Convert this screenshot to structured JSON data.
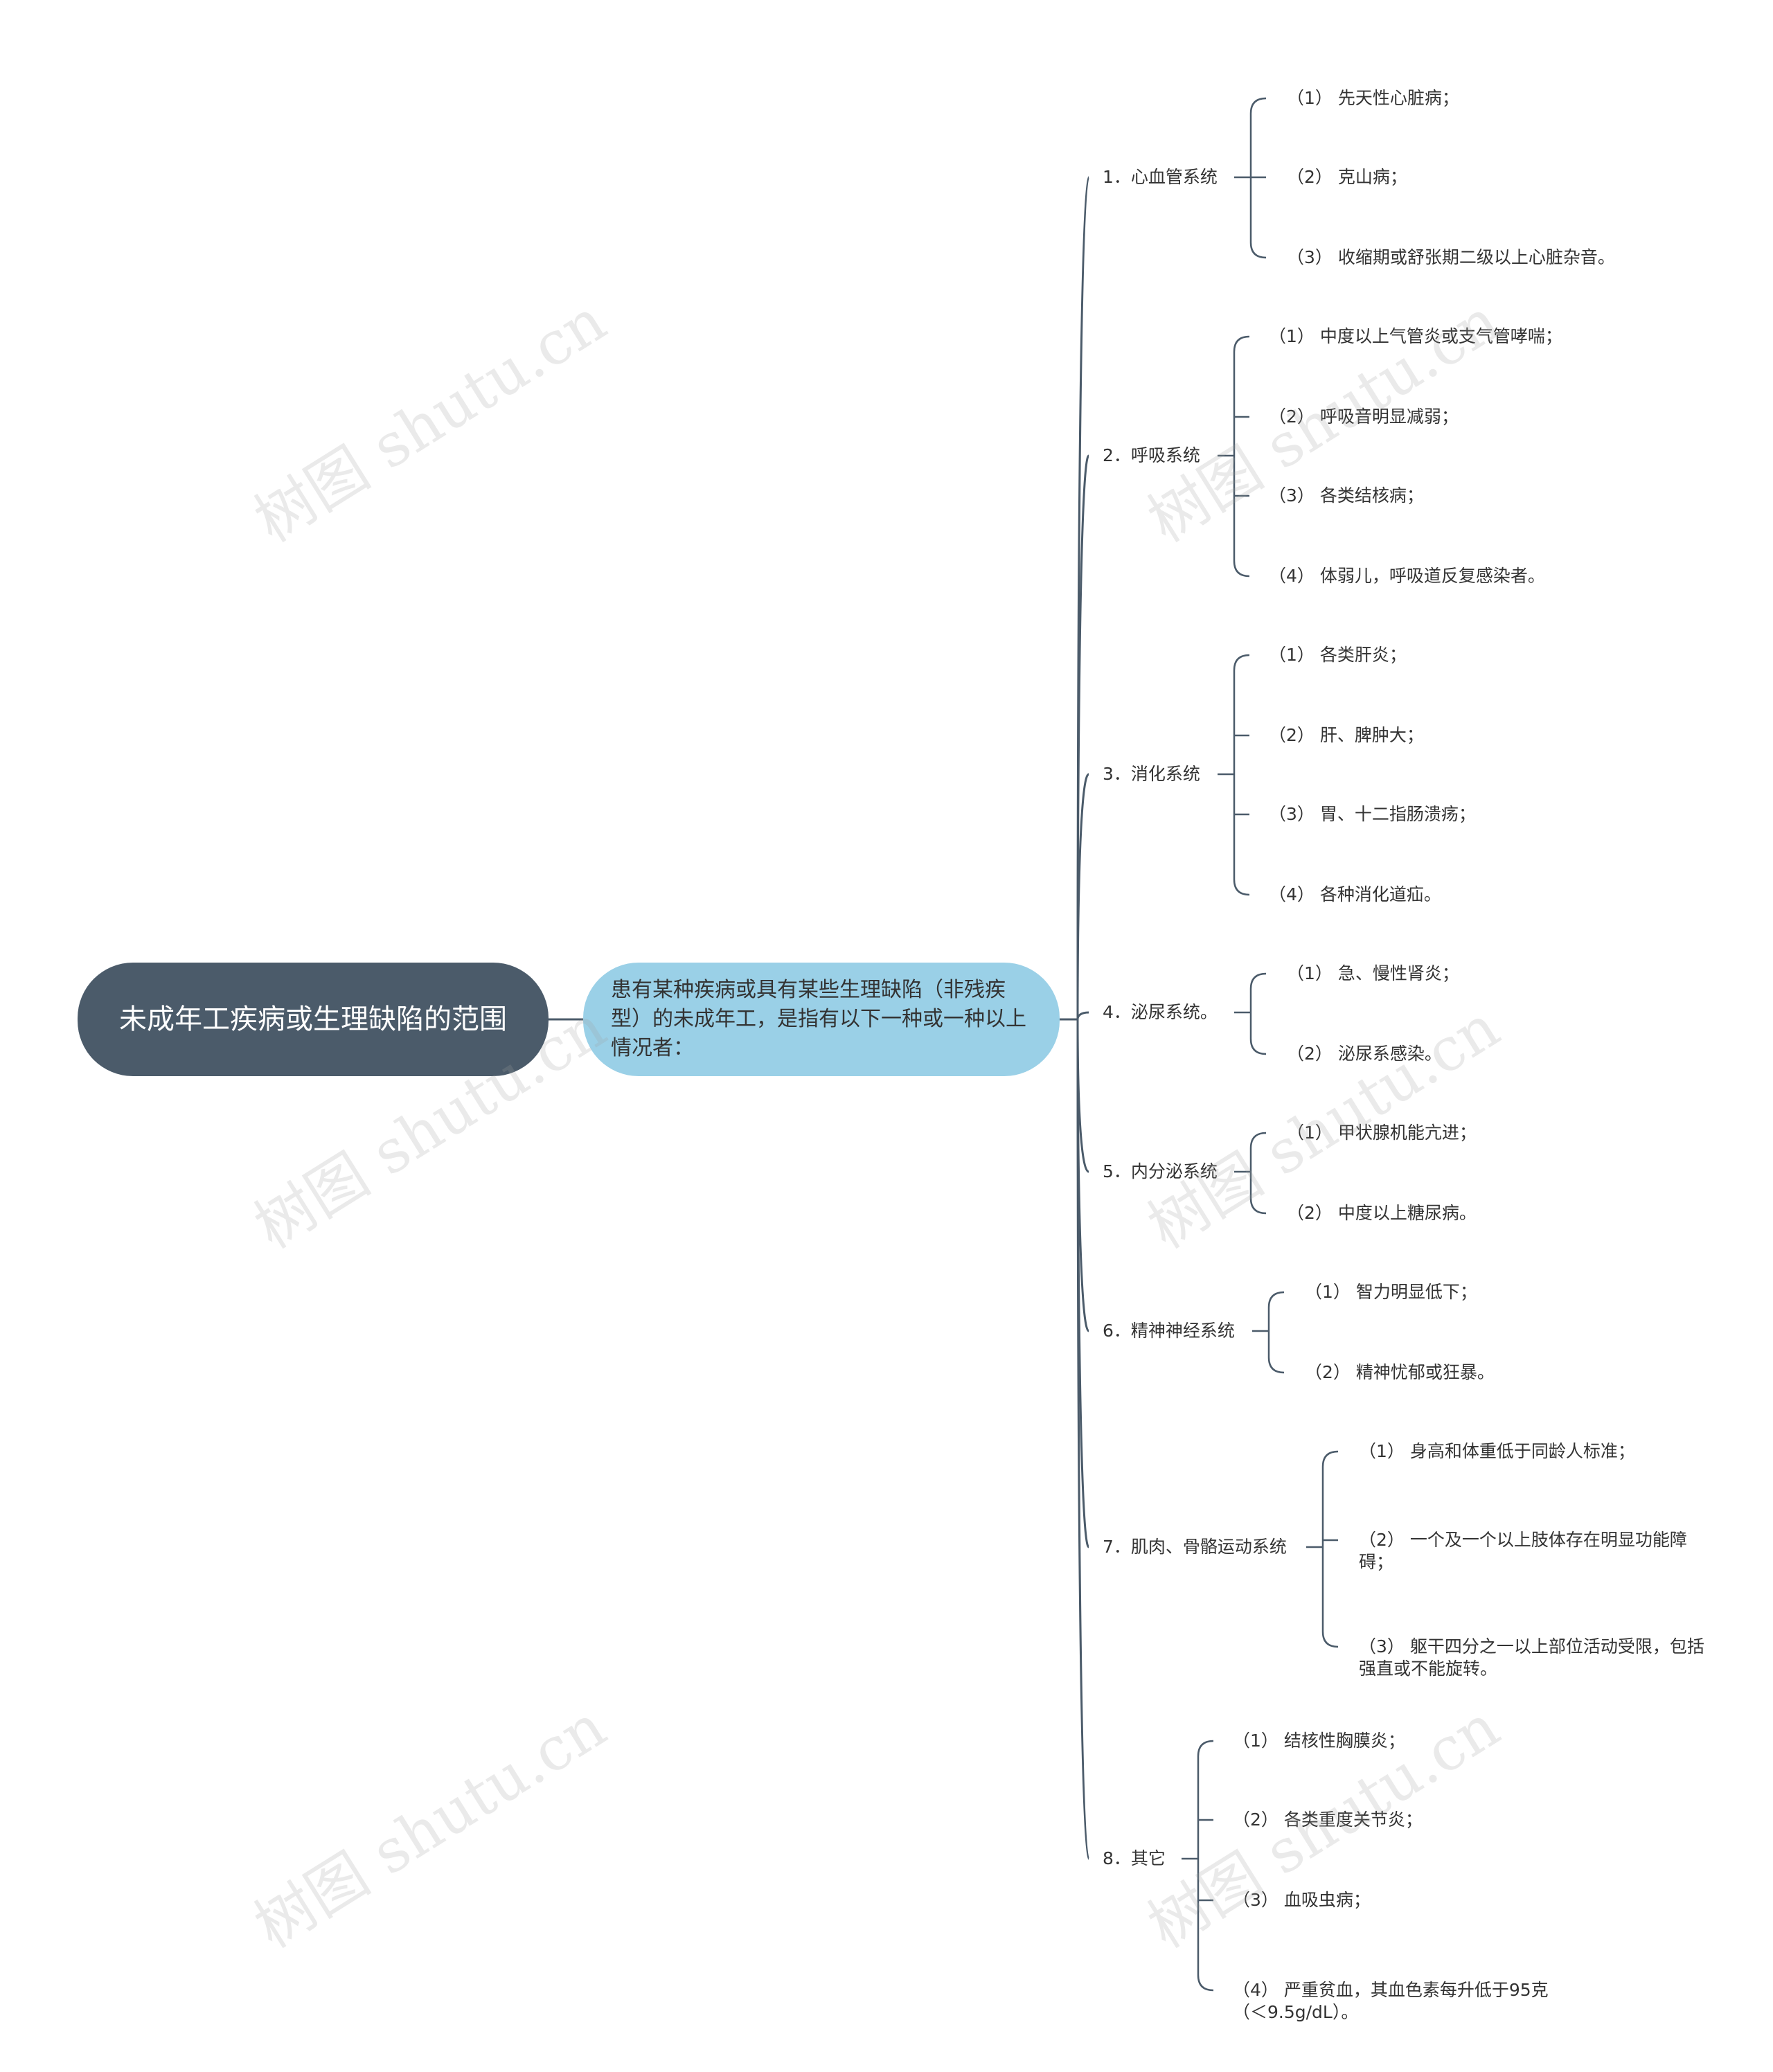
{
  "colors": {
    "root_bg": "#4b5b6a",
    "sub_bg": "#9ad0e7",
    "line": "#4b5b6a",
    "text": "#333333"
  },
  "root": {
    "label": "未成年工疾病或生理缺陷的范围"
  },
  "sub": {
    "label": "患有某种疾病或具有某些生理缺陷（非残疾型）的未成年工，是指有以下一种或一种以上情况者："
  },
  "categories": [
    {
      "label": "1．心血管系统",
      "items": [
        "（1） 先天性心脏病；",
        "（2） 克山病；",
        "（3） 收缩期或舒张期二级以上心脏杂音。"
      ]
    },
    {
      "label": "2．呼吸系统",
      "items": [
        "（1） 中度以上气管炎或支气管哮喘；",
        "（2） 呼吸音明显减弱；",
        "（3） 各类结核病；",
        "（4） 体弱儿，呼吸道反复感染者。"
      ]
    },
    {
      "label": "3．消化系统",
      "items": [
        "（1） 各类肝炎；",
        "（2） 肝、脾肿大；",
        "（3） 胃、十二指肠溃疡；",
        "（4） 各种消化道疝。"
      ]
    },
    {
      "label": "4．泌尿系统。",
      "items": [
        "（1） 急、慢性肾炎；",
        "（2） 泌尿系感染。"
      ]
    },
    {
      "label": "5．内分泌系统",
      "items": [
        "（1） 甲状腺机能亢进；",
        "（2） 中度以上糖尿病。"
      ]
    },
    {
      "label": "6．精神神经系统",
      "items": [
        "（1） 智力明显低下；",
        "（2） 精神忧郁或狂暴。"
      ]
    },
    {
      "label": "7．肌肉、骨骼运动系统",
      "items": [
        "（1） 身高和体重低于同龄人标准；",
        "（2） 一个及一个以上肢体存在明显功能障碍；",
        "（3） 躯干四分之一以上部位活动受限，包括强直或不能旋转。"
      ]
    },
    {
      "label": "8．其它",
      "items": [
        "（1） 结核性胸膜炎；",
        "（2） 各类重度关节炎；",
        "（3） 血吸虫病；",
        "（4） 严重贫血，其血色素每升低于95克（＜9.5g/dL）。"
      ]
    }
  ],
  "watermark": "树图 shutu.cn"
}
